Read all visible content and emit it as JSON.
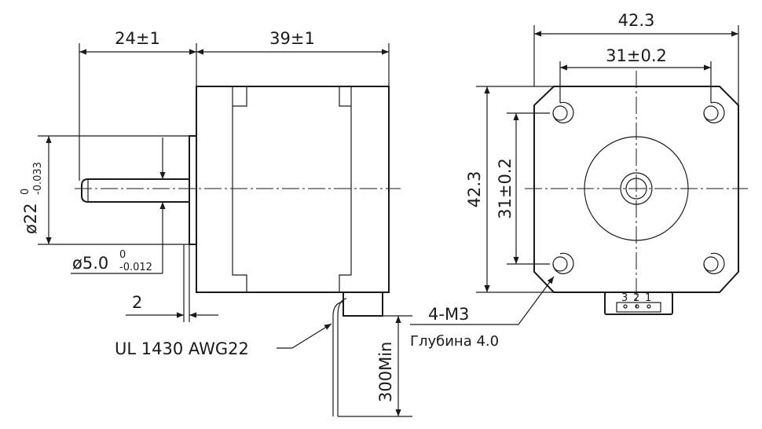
{
  "side_view": {
    "shaft_length": "24±1",
    "body_length": "39±1",
    "flange_diameter": {
      "prefix": "ø22",
      "upper": "0",
      "lower": "-0.033"
    },
    "shaft_diameter": {
      "prefix": "ø5.0",
      "upper": "0",
      "lower": "-0.012"
    },
    "flange_thickness": "2",
    "wire_spec": "UL 1430 AWG22",
    "lead_length": "300Min"
  },
  "front_view": {
    "width": "42.3",
    "height": "42.3",
    "hole_spacing_h": "31±0.2",
    "hole_spacing_v": "31±0.2",
    "holes": "4-M3",
    "depth_label": "Глубина",
    "depth_value": "4.0",
    "connector_pins": [
      "3",
      "2",
      "1"
    ]
  }
}
